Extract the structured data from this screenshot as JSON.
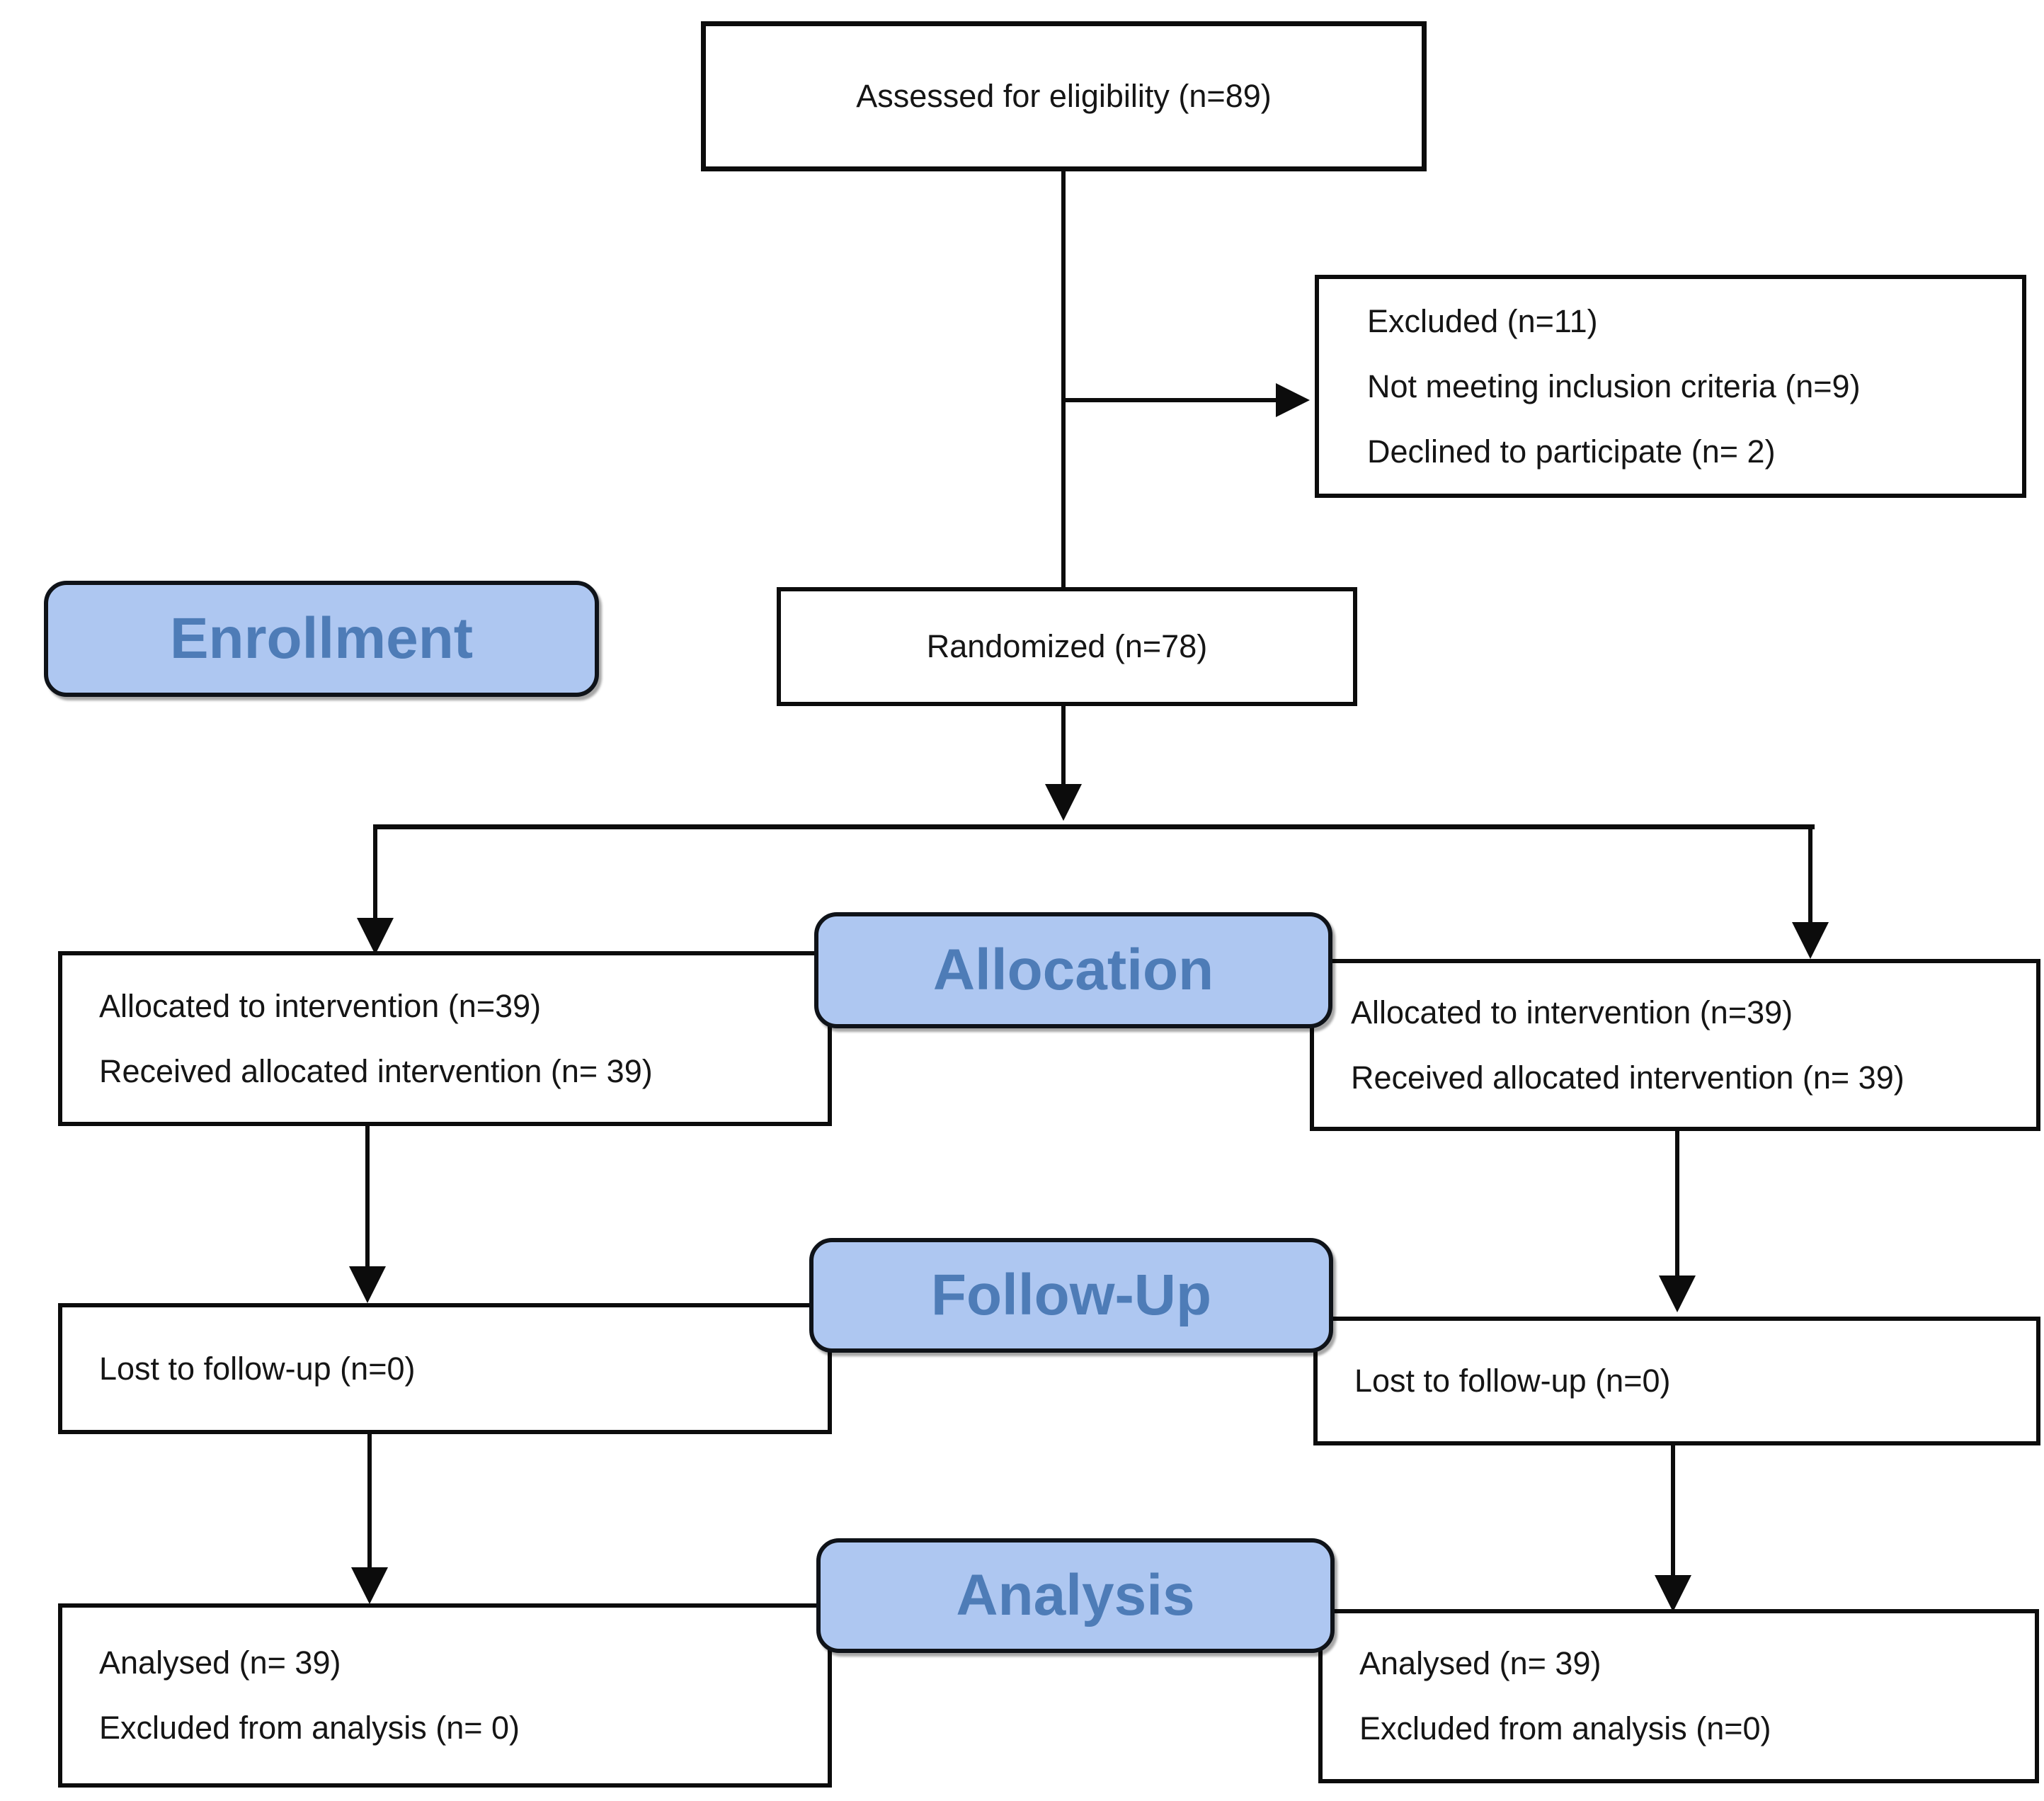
{
  "diagram": {
    "type": "consort-flow",
    "bands": {
      "enrollment": {
        "label": "Enrollment"
      },
      "allocation": {
        "label": "Allocation"
      },
      "followup": {
        "label": "Follow-Up"
      },
      "analysis": {
        "label": "Analysis"
      }
    },
    "boxes": {
      "assessed": {
        "lines": [
          "Assessed for eligibility (n=89)"
        ]
      },
      "excluded": {
        "lines": [
          "Excluded (n=11)",
          "Not meeting inclusion criteria (n=9)",
          "Declined to participate (n= 2)"
        ]
      },
      "randomized": {
        "lines": [
          "Randomized (n=78)"
        ]
      },
      "alloc_left": {
        "lines": [
          "Allocated to intervention (n=39)",
          "Received allocated intervention (n= 39)"
        ]
      },
      "alloc_right": {
        "lines": [
          "Allocated to intervention (n=39)",
          "Received allocated intervention (n= 39)"
        ]
      },
      "fu_left": {
        "lines": [
          "Lost to follow-up (n=0)"
        ]
      },
      "fu_right": {
        "lines": [
          "Lost to follow-up (n=0)"
        ]
      },
      "an_left": {
        "lines": [
          "Analysed (n= 39)",
          "Excluded from analysis (n= 0)"
        ]
      },
      "an_right": {
        "lines": [
          "Analysed (n= 39)",
          "Excluded from analysis (n=0)"
        ]
      }
    },
    "colors": {
      "band_fill": "#AEC7F1",
      "band_text": "#4E7CB7",
      "band_border": "#0f1319",
      "box_border": "#0c0c0c",
      "line": "#0c0c0c",
      "text": "#151515",
      "background": "#ffffff"
    }
  }
}
